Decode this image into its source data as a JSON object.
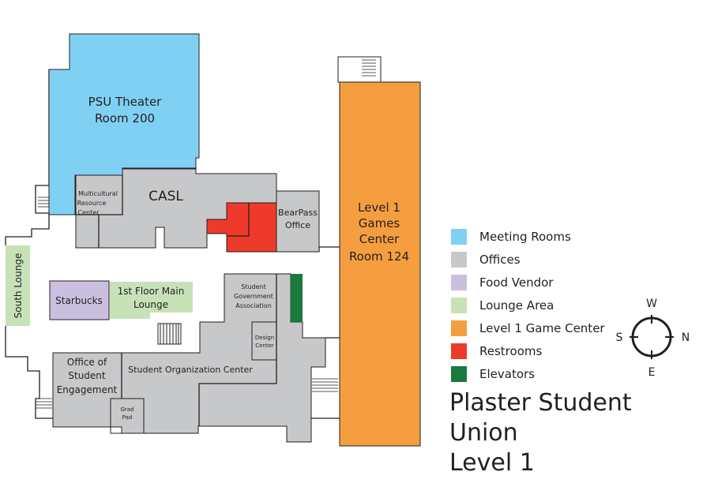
{
  "map": {
    "rooms": {
      "theater": {
        "line1": "PSU Theater",
        "line2": "Room 200"
      },
      "casl": "CASL",
      "multicultural": {
        "line1": "Multicultural",
        "line2": "Resource",
        "line3": "Center"
      },
      "bearpass": {
        "line1": "BearPass",
        "line2": "Office"
      },
      "games": {
        "line1": "Level 1",
        "line2": "Games",
        "line3": "Center",
        "line4": "Room 124"
      },
      "south_lounge": "South Lounge",
      "starbucks": "Starbucks",
      "main_lounge": {
        "line1": "1st Floor Main",
        "line2": "Lounge"
      },
      "sga": {
        "line1": "Student",
        "line2": "Government",
        "line3": "Association"
      },
      "design": {
        "line1": "Design",
        "line2": "Center"
      },
      "ose": {
        "line1": "Office of",
        "line2": "Student",
        "line3": "Engagement"
      },
      "soc": "Student Organization Center",
      "grad": {
        "line1": "Grad",
        "line2": "Pad"
      }
    }
  },
  "colors": {
    "meeting": "#80d0f4",
    "office": "#c7c8ca",
    "food": "#cbbfe0",
    "lounge": "#c8e2b8",
    "games": "#f59e3f",
    "restroom": "#ee3a2a",
    "elevator": "#1a7a3e"
  },
  "legend": [
    {
      "label": "Meeting Rooms",
      "color": "#80d0f4"
    },
    {
      "label": "Offices",
      "color": "#c7c8ca"
    },
    {
      "label": "Food Vendor",
      "color": "#cbbfe0"
    },
    {
      "label": "Lounge Area",
      "color": "#c8e2b8"
    },
    {
      "label": "Level 1 Game Center",
      "color": "#f59e3f"
    },
    {
      "label": "Restrooms",
      "color": "#ee3a2a"
    },
    {
      "label": "Elevators",
      "color": "#1a7a3e"
    }
  ],
  "compass": {
    "top": "W",
    "left": "S",
    "right": "N",
    "bottom": "E"
  },
  "title": {
    "line1": "Plaster Student Union",
    "line2": "Level 1"
  }
}
